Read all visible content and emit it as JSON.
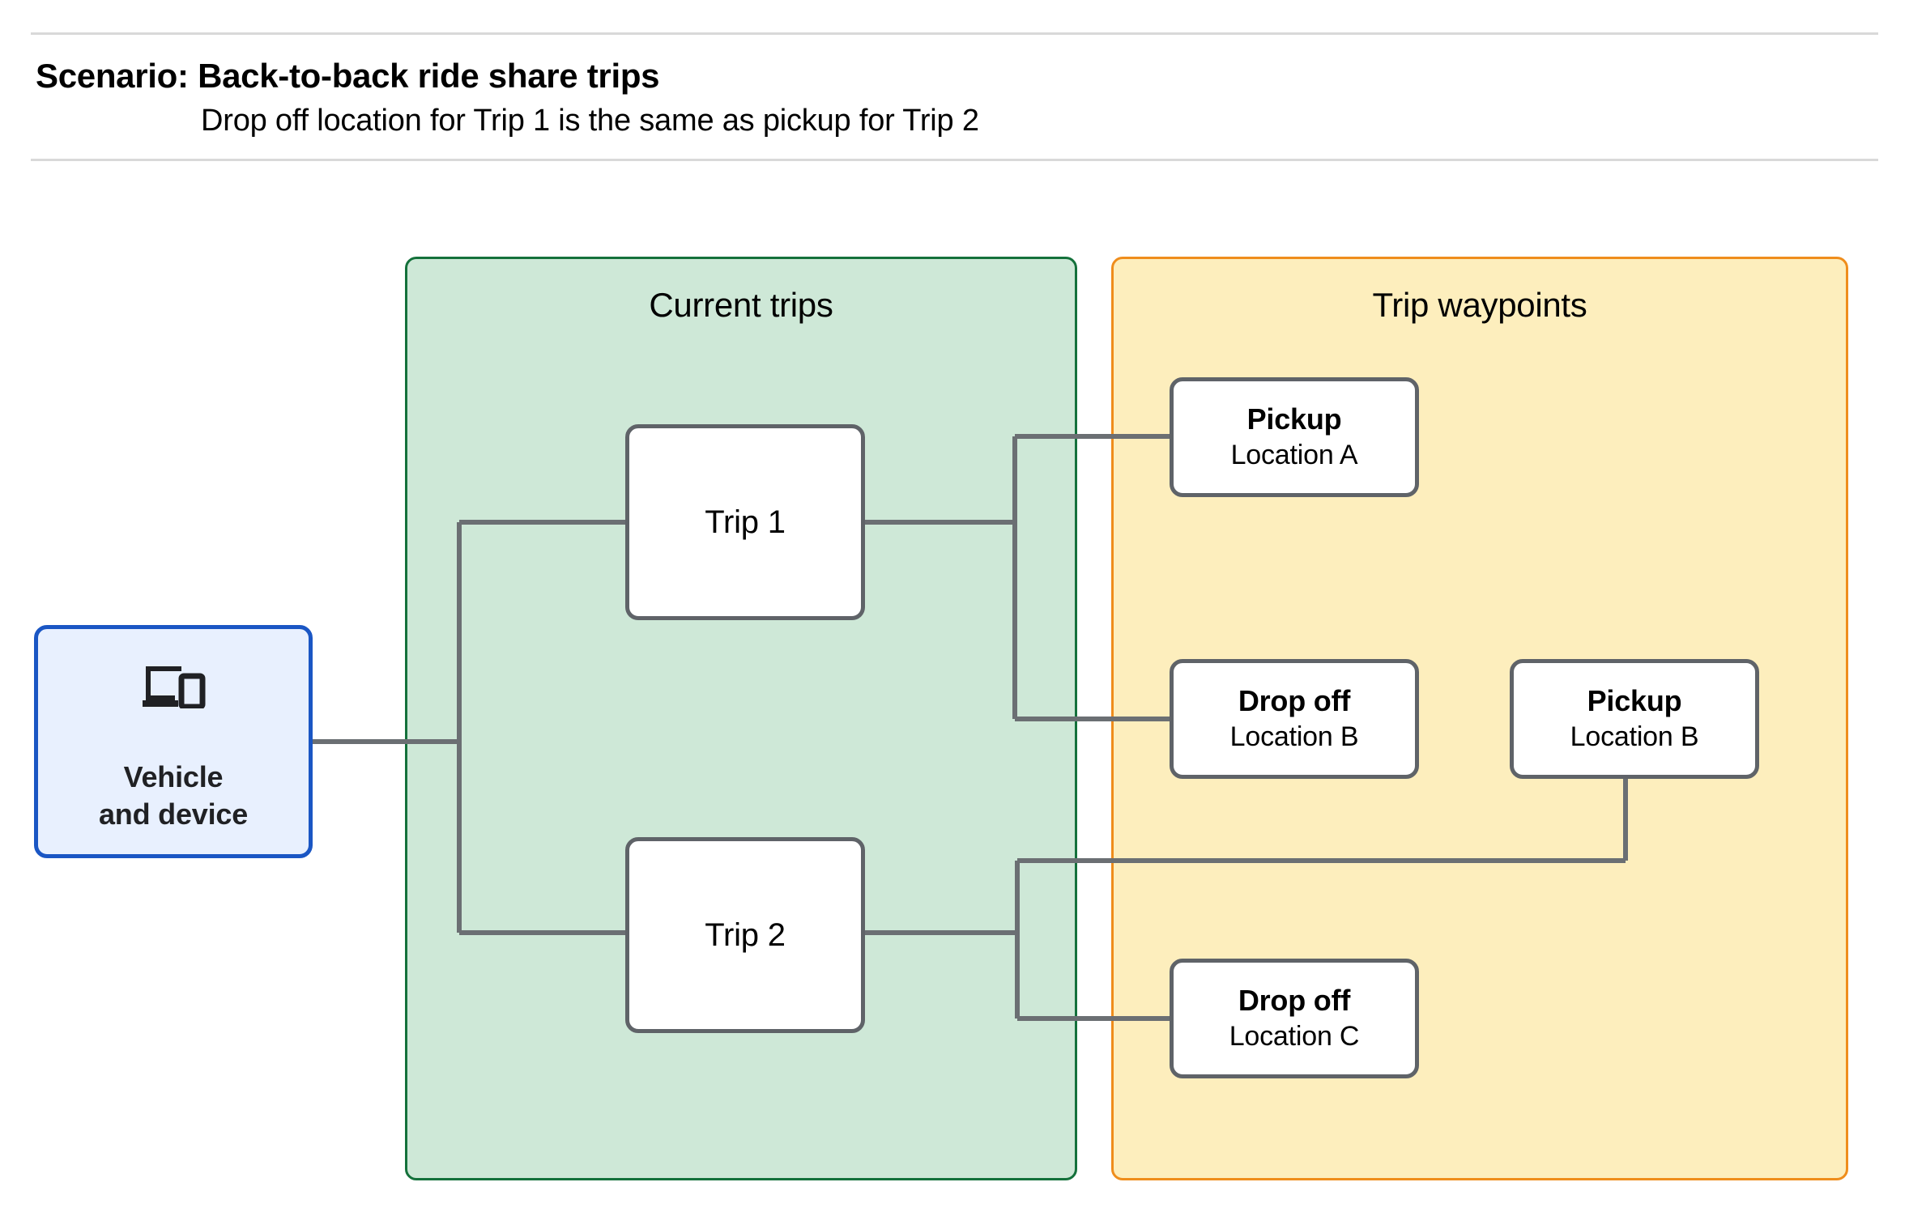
{
  "header": {
    "title": "Scenario: Back-to-back ride share trips",
    "subtitle": "Drop off  location for Trip 1 is the same as pickup for Trip 2"
  },
  "colors": {
    "current_trips_fill": "#cee8d7",
    "current_trips_border": "#14713b",
    "trip_waypoints_fill": "#fdeebd",
    "trip_waypoints_border": "#ef8d1c",
    "vehicle_fill": "#e8f0fe",
    "vehicle_border": "#1a56c4",
    "node_border": "#5f6368",
    "connector": "#6b6f73",
    "rule": "#d9d9d9"
  },
  "vehicle_node": {
    "icon": "devices-icon",
    "label": "Vehicle\nand device"
  },
  "groups": [
    {
      "id": "current-trips",
      "label": "Current trips"
    },
    {
      "id": "trip-waypoints",
      "label": "Trip waypoints"
    }
  ],
  "trips": [
    {
      "id": "trip-1",
      "label": "Trip 1"
    },
    {
      "id": "trip-2",
      "label": "Trip 2"
    }
  ],
  "waypoints": [
    {
      "id": "pickup-a",
      "type": "Pickup",
      "location": "Location A"
    },
    {
      "id": "dropoff-b",
      "type": "Drop off",
      "location": "Location B"
    },
    {
      "id": "pickup-b",
      "type": "Pickup",
      "location": "Location B"
    },
    {
      "id": "dropoff-c",
      "type": "Drop off",
      "location": "Location C"
    }
  ]
}
